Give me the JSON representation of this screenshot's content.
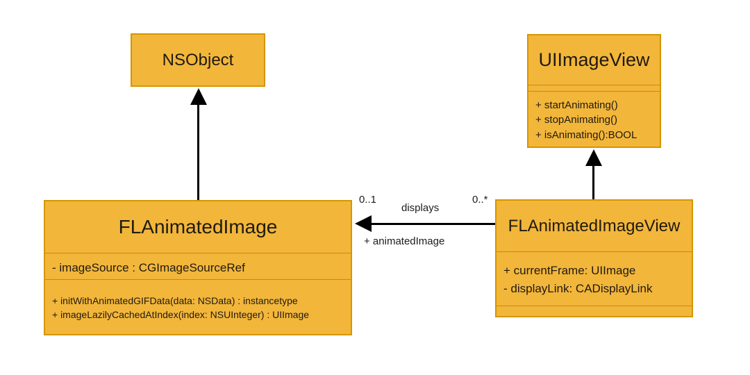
{
  "diagram": {
    "type": "uml-class-diagram",
    "colors": {
      "box_fill": "#F2B63B",
      "box_border": "#D69500",
      "divider": "#C9880E",
      "line": "#000000",
      "background": "#FFFFFF"
    },
    "classes": {
      "nsobject": {
        "name": "NSObject",
        "attributes": [],
        "methods": []
      },
      "uiimageview": {
        "name": "UIImageView",
        "attributes": [],
        "methods": [
          "+ startAnimating()",
          "+ stopAnimating()",
          "+ isAnimating():BOOL"
        ]
      },
      "flanimatedimage": {
        "name": "FLAnimatedImage",
        "attributes": [
          "- imageSource : CGImageSourceRef"
        ],
        "methods": [
          "+ initWithAnimatedGIFData(data: NSData) : instancetype",
          "+ imageLazilyCachedAtIndex(index: NSUInteger) : UIImage"
        ]
      },
      "flanimatedimageview": {
        "name": "FLAnimatedImageView",
        "attributes": [
          "+ currentFrame: UIImage",
          "- displayLink: CADisplayLink"
        ],
        "methods": []
      }
    },
    "relationships": {
      "inheritance": [
        {
          "from": "FLAnimatedImage",
          "to": "NSObject"
        },
        {
          "from": "FLAnimatedImageView",
          "to": "UIImageView"
        }
      ],
      "association": {
        "name": "displays",
        "from": "FLAnimatedImageView",
        "to": "FLAnimatedImage",
        "multiplicity_at_target": "0..1",
        "multiplicity_at_source": "0..*",
        "role_at_source": "+ animatedImage"
      }
    }
  }
}
